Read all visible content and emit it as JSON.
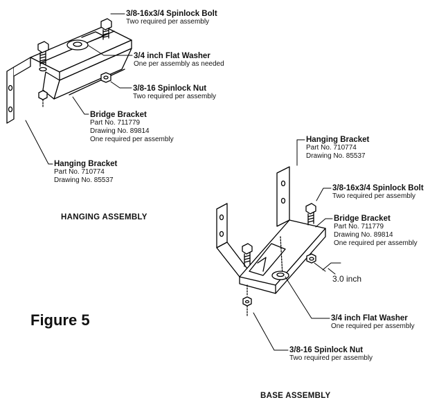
{
  "figure_label": "Figure 5",
  "hanging_assembly": {
    "title": "HANGING ASSEMBLY",
    "bolt": {
      "name": "3/8-16x3/4 Spinlock Bolt",
      "note": "Two required per assembly"
    },
    "washer": {
      "name": "3/4 inch Flat Washer",
      "note": "One per assembly as needed"
    },
    "nut": {
      "name": "3/8-16 Spinlock Nut",
      "note": "Two required per assembly"
    },
    "bridge_bracket": {
      "name": "Bridge Bracket",
      "part": "Part No. 711779",
      "drawing": "Drawing No. 89814",
      "note": "One required per assembly"
    },
    "hanging_bracket": {
      "name": "Hanging Bracket",
      "part": "Part No. 710774",
      "drawing": "Drawing No. 85537"
    }
  },
  "base_assembly": {
    "title": "BASE ASSEMBLY",
    "hanging_bracket": {
      "name": "Hanging Bracket",
      "part": "Part No. 710774",
      "drawing": "Drawing No. 85537"
    },
    "bolt": {
      "name": "3/8-16x3/4 Spinlock Bolt",
      "note": "Two required per assembly"
    },
    "bridge_bracket": {
      "name": "Bridge Bracket",
      "part": "Part No. 711779",
      "drawing": "Drawing No. 89814",
      "note": "One required per assembly"
    },
    "dimension": "3.0 inch",
    "washer": {
      "name": "3/4 inch Flat Washer",
      "note": "One required per assembly"
    },
    "nut": {
      "name": "3/8-16 Spinlock Nut",
      "note": "Two required per assembly"
    }
  }
}
